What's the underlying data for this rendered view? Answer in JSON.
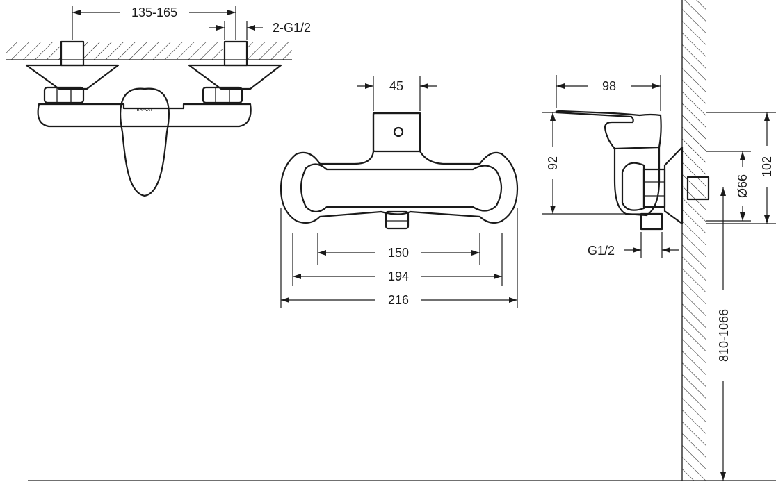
{
  "dimensions": {
    "spacing": "135-165",
    "inlet_thread": "2-G1/2",
    "body_center": "45",
    "width_150": "150",
    "width_194": "194",
    "width_216": "216",
    "depth": "98",
    "height_92": "92",
    "height_102": "102",
    "flange_diameter": "Ø66",
    "outlet_thread": "G1/2",
    "mounting_height": "810-1066"
  },
  "brand_mark": "BRAVAT"
}
